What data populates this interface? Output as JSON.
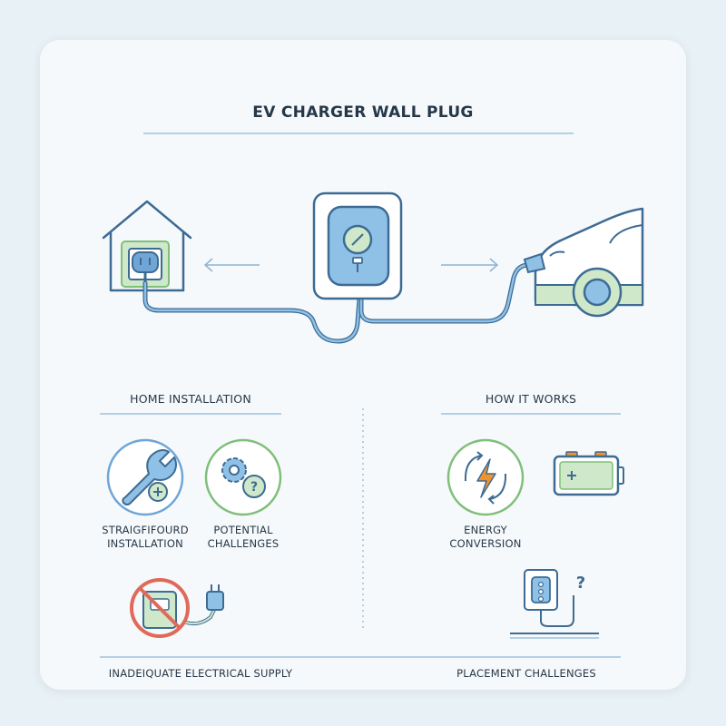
{
  "title": "EV CHARGER WALL PLUG",
  "sections": {
    "left_heading": "HOME INSTALLATION",
    "right_heading": "HOW IT WORKS"
  },
  "items": {
    "straightforward": "STRAIGFIFOURD INSTALLATION",
    "challenges": "POTENTIAL CHALLENGES",
    "inadequate": "INADEIQUATE ELECTRICAL SUPPLY",
    "energy": "ENERGY CONVERSION",
    "placement": "PLACEMENT CHALLENGES"
  },
  "colors": {
    "blue": "#6fa6d6",
    "blue_dark": "#3d6b94",
    "green": "#7fbf7a",
    "green_fill": "#cfe8c9",
    "red": "#e06a5a",
    "orange": "#f0932b",
    "line": "#9dc3dc"
  },
  "icons": [
    "house-icon",
    "wall-charger-icon",
    "car-icon",
    "wrench-plus-icon",
    "gear-question-icon",
    "no-outlet-icon",
    "plug-icon",
    "lightning-cycle-icon",
    "battery-icon",
    "wall-outlet-question-icon"
  ]
}
